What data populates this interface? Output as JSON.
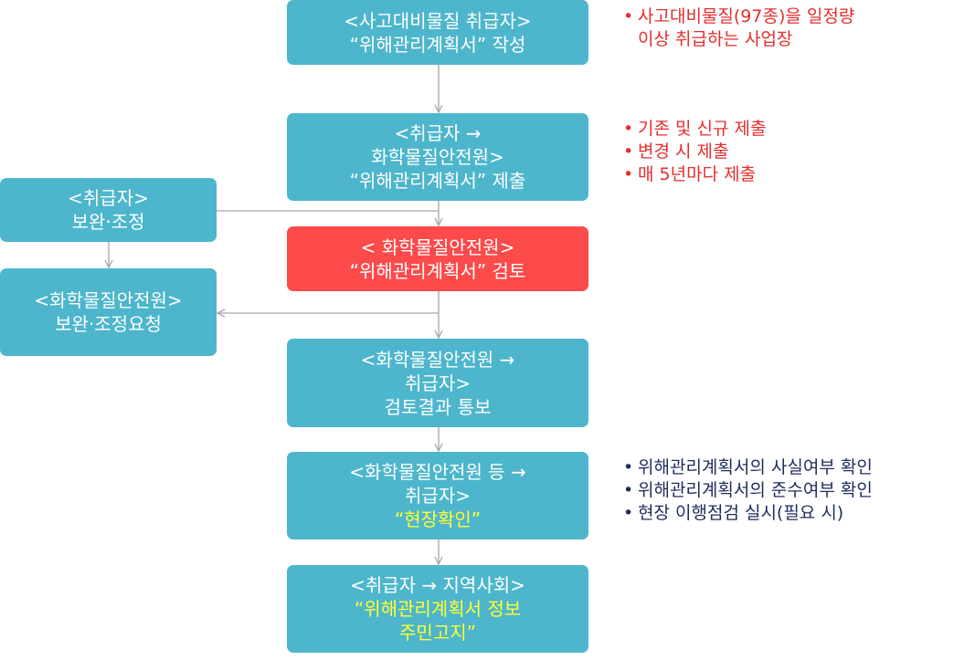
{
  "flow": [
    {
      "lines": [
        "<사고대비물질 취급자>",
        "“위해관리계획서” 작성"
      ],
      "highlight": []
    },
    {
      "lines": [
        "<취급자 →",
        "화학물질안전원>",
        "“위해관리계획서” 제출"
      ],
      "highlight": []
    },
    {
      "lines": [
        "< 화학물질안전원>",
        "“위해관리계획서” 검토"
      ],
      "highlight": []
    },
    {
      "lines": [
        "<화학물질안전원 →",
        "취급자>",
        "검토결과 통보"
      ],
      "highlight": []
    },
    {
      "lines": [
        "<화학물질안전원 등 →",
        "취급자>",
        "“현장확인”"
      ],
      "highlight": [
        2
      ]
    },
    {
      "lines": [
        "<취급자 → 지역사회>",
        "“위해관리계획서 정보",
        "주민고지”"
      ],
      "highlight": [
        1,
        2
      ]
    }
  ],
  "side": [
    {
      "lines": [
        "<취급자>",
        "보완·조정"
      ]
    },
    {
      "lines": [
        "<화학물질안전원>",
        "보완·조정요청"
      ]
    }
  ],
  "notes": {
    "group1": [
      "사고대비물질(97종)을 일정량",
      "이상 취급하는 사업장"
    ],
    "group2": [
      "기존 및 신규 제출",
      "변경 시 제출",
      "매 5년마다 제출"
    ],
    "group3": [
      "위해관리계획서의 사실여부 확인",
      "위해관리계획서의 준수여부 확인",
      "현장 이행점검 실시(필요 시)"
    ]
  },
  "colors": {
    "box": "#4db6cc",
    "review_box": "#fd4a4a",
    "highlight_text": "#ffff33",
    "note_red": "#e52d2d",
    "note_navy": "#1f2d5c",
    "arrow": "#a6a6a6"
  }
}
